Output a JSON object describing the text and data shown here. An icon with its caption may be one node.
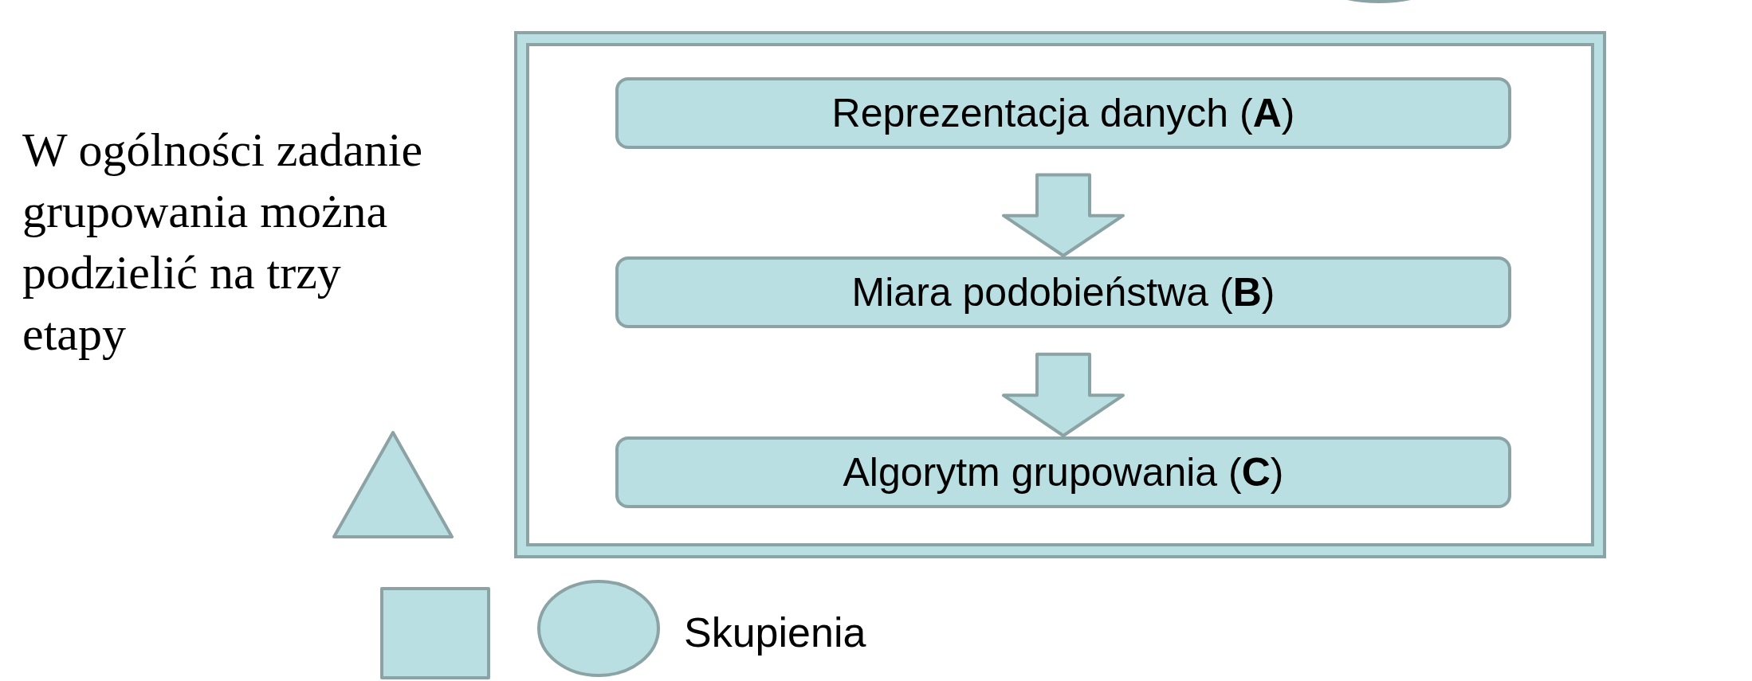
{
  "diagram": {
    "nodes": [
      {
        "text": [],
        "shape": "circle"
      },
      {
        "text": [],
        "shape": "box"
      },
      {
        "text": [
          "Reprezentacja danych (**A**)"
        ],
        "in": 1
      },
      {
        "text": [
          "Miara podobieństwa (**B**)"
        ],
        "in": 1
      },
      {
        "text": [
          "Algorytm grupowania (**C**)"
        ],
        "in": 1
      },
      {
        "text": [],
        "shape": "triangle"
      },
      {
        "text": [],
        "shape": "box"
      },
      {
        "text": [],
        "shape": "circle"
      }
    ],
    "edges": [
      {
        "from": 2,
        "to": 3,
        "arrow": "to",
        "style": "thick"
      },
      {
        "from": 3,
        "to": 4,
        "arrow": "to",
        "style": "thick"
      }
    ],
    "labels": [
      "W ogólności zadanie grupowania można podzielić na trzy etapy",
      "Skupienia"
    ]
  }
}
